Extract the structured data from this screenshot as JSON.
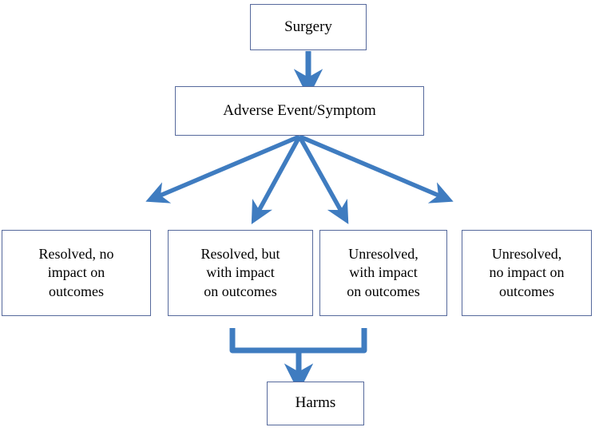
{
  "diagram": {
    "title": "Surgical adverse event to harms classification flowchart",
    "orientation": "top-down",
    "accent_color": "#3f7cc0",
    "box_border_color": "#56699c",
    "box_fill_color": "#ffffff",
    "text_color": "#000000",
    "background_color": "#ffffff"
  },
  "nodes": {
    "surgery": {
      "label": "Surgery"
    },
    "adverse_event": {
      "label": "Adverse Event/Symptom"
    },
    "resolved_no_impact": {
      "label": "Resolved, no\nimpact on\noutcomes"
    },
    "resolved_with_impact": {
      "label": "Resolved, but\nwith impact\non outcomes"
    },
    "unresolved_with_impact": {
      "label": "Unresolved,\nwith impact\non outcomes"
    },
    "unresolved_no_impact": {
      "label": "Unresolved,\nno impact on\noutcomes"
    },
    "harms": {
      "label": "Harms"
    }
  },
  "connectors": [
    {
      "name": "surgery-to-adverse-event",
      "from": "surgery",
      "to": "adverse_event",
      "style": "arrow-down"
    },
    {
      "name": "adverse-event-to-resolved-no-impact",
      "from": "adverse_event",
      "to": "resolved_no_impact",
      "style": "arrow-diagonal"
    },
    {
      "name": "adverse-event-to-resolved-with-impact",
      "from": "adverse_event",
      "to": "resolved_with_impact",
      "style": "arrow-diagonal"
    },
    {
      "name": "adverse-event-to-unresolved-with-impact",
      "from": "adverse_event",
      "to": "unresolved_with_impact",
      "style": "arrow-diagonal"
    },
    {
      "name": "adverse-event-to-unresolved-no-impact",
      "from": "adverse_event",
      "to": "unresolved_no_impact",
      "style": "arrow-diagonal"
    },
    {
      "name": "impact-boxes-brace-to-harms",
      "from": [
        "resolved_with_impact",
        "unresolved_with_impact"
      ],
      "to": "harms",
      "style": "brace-arrow-down"
    }
  ]
}
